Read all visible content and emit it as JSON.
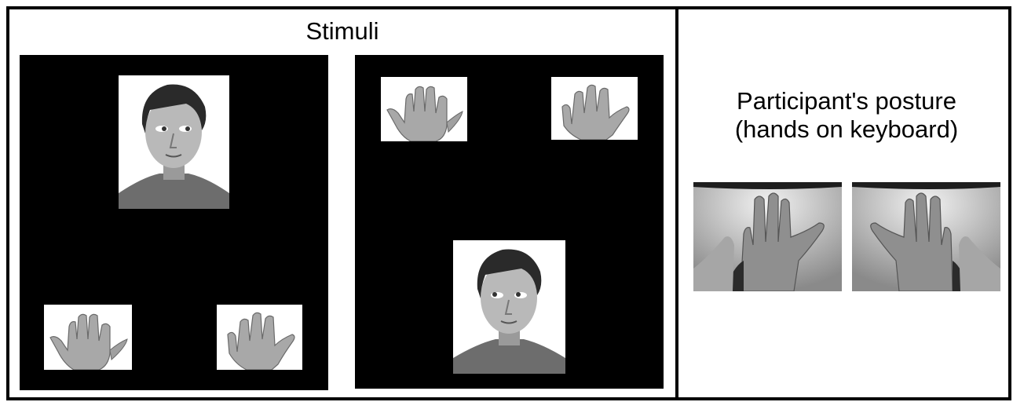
{
  "panels": {
    "stimuli": {
      "title": "Stimuli"
    },
    "posture": {
      "title_line1": "Participant's posture",
      "title_line2": "(hands on keyboard)"
    }
  },
  "icons": [
    "face-photo-icon",
    "hand-photo-icon",
    "hand-on-keyboard-photo-icon"
  ],
  "colors": {
    "background": "#ffffff",
    "border": "#000000",
    "stimulus_screen": "#000000"
  }
}
